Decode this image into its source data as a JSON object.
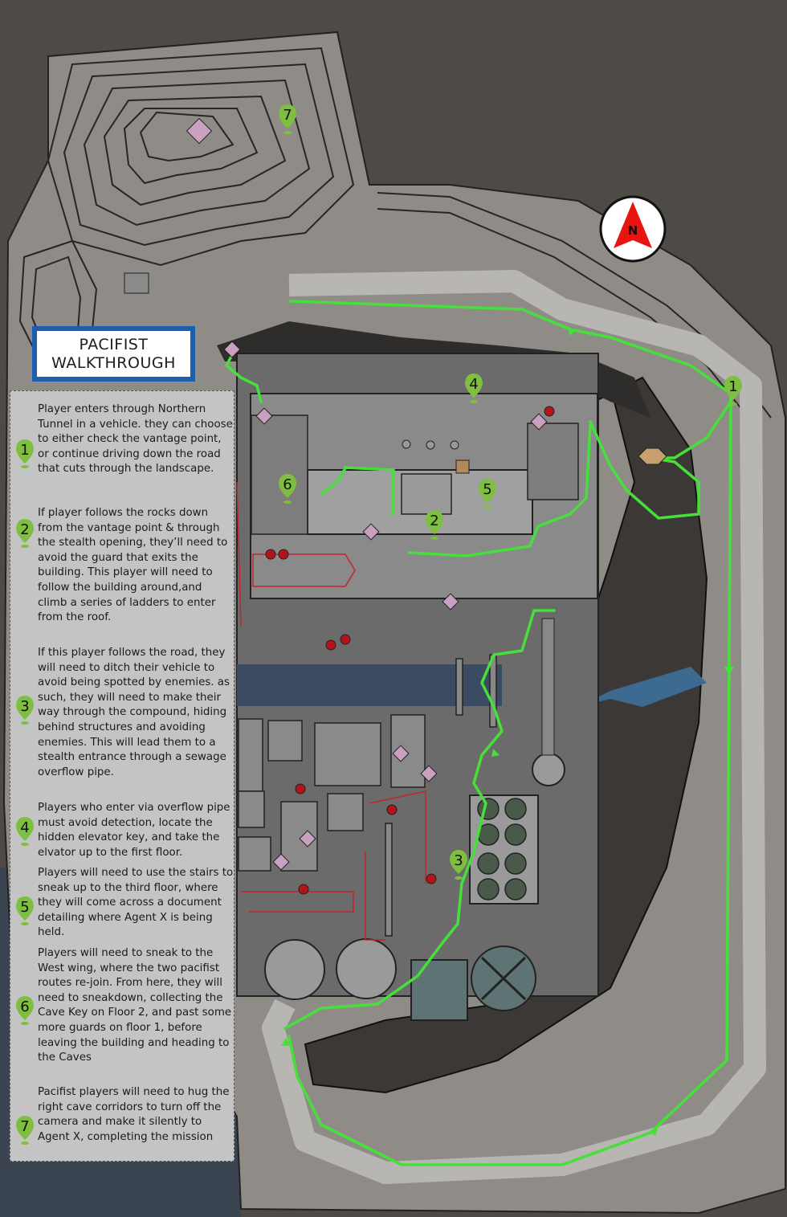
{
  "title": {
    "line1": "PACIFIST",
    "line2": "WALKTHROUGH"
  },
  "compass": {
    "label": "N"
  },
  "colors": {
    "route": "#46e03a",
    "enemy_route": "#c0262c",
    "marker": "#7fbf3f",
    "background": "#4e4a45",
    "title_border": "#1b5fae",
    "compass_arrow": "#e8140f"
  },
  "steps": [
    {
      "number": "1",
      "text": "Player enters through Northern Tunnel in a vehicle. they can choose to either check the vantage point, or continue driving down the road that cuts through the landscape."
    },
    {
      "number": "2",
      "text": "If player follows the rocks down from the vantage point & through the stealth opening, they’ll need to avoid the guard that exits the building. This player will need to follow the building around,and climb a series of ladders to enter from the roof."
    },
    {
      "number": "3",
      "text": "If this player follows the road, they will need to ditch their vehicle to avoid being spotted by enemies. as such, they will need to make their way through the compound, hiding behind structures and avoiding enemies. This will lead them to a stealth entrance through a sewage overflow pipe."
    },
    {
      "number": "4",
      "text": "Players who enter via overflow pipe must avoid detection, locate the hidden elevator key, and take the elvator up to the first floor."
    },
    {
      "number": "5",
      "text": "Players will need to use the stairs to sneak up to the third floor, where they will come across a document detailing where Agent X is being held."
    },
    {
      "number": "6",
      "text": "Players will need to sneak  to the West wing, where the two pacifist routes re-join. From here, they will need to sneakdown, collecting the Cave Key on Floor 2, and past some more guards on floor 1, before leaving the building and heading to the Caves"
    },
    {
      "number": "7",
      "text": "Pacifist players will need to hug the right cave corridors to turn off the camera and make it silently to Agent X, completing the mission"
    }
  ],
  "map_markers": [
    "1",
    "2",
    "3",
    "4",
    "5",
    "6",
    "7"
  ]
}
